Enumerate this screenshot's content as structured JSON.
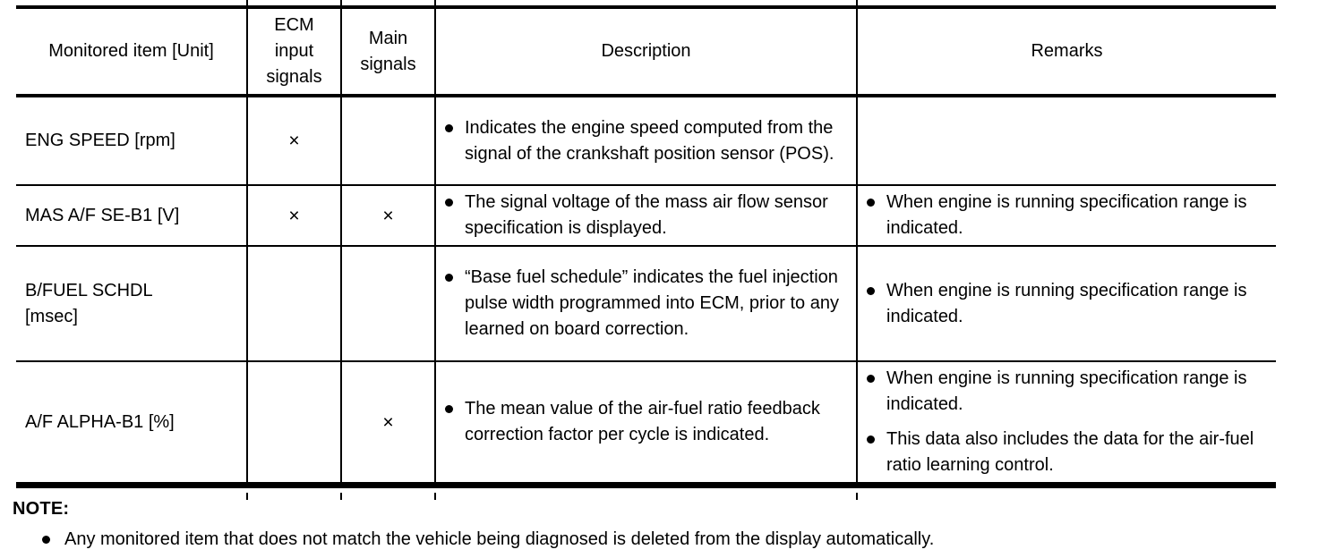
{
  "table": {
    "headers": {
      "monitored_item": "Monitored item [Unit]",
      "ecm_input_signals": "ECM input signals",
      "main_signals": "Main signals",
      "description": "Description",
      "remarks": "Remarks"
    },
    "cross_mark": "×",
    "rows": [
      {
        "item": "ENG SPEED [rpm]",
        "ecm_input": "×",
        "main": "",
        "description": [
          "Indicates the engine speed computed from the signal of the crankshaft position sensor (POS)."
        ],
        "remarks": []
      },
      {
        "item": "MAS A/F SE-B1 [V]",
        "ecm_input": "×",
        "main": "×",
        "description": [
          "The signal voltage of the mass air flow sensor specification is displayed."
        ],
        "remarks": [
          "When engine is running specification range is indicated."
        ]
      },
      {
        "item": "B/FUEL SCHDL\n[msec]",
        "ecm_input": "",
        "main": "",
        "description": [
          "“Base fuel schedule” indicates the fuel injection pulse width programmed into ECM, prior to any learned on board correction."
        ],
        "remarks": [
          "When engine is running specification range is indicated."
        ]
      },
      {
        "item": "A/F ALPHA-B1 [%]",
        "ecm_input": "",
        "main": "×",
        "description": [
          "The mean value of the air-fuel ratio feedback correction factor per cycle is indicated."
        ],
        "remarks": [
          "When engine is running specification range is indicated.",
          "This data also includes the data for the air-fuel ratio learning control."
        ]
      }
    ]
  },
  "note": {
    "label": "NOTE:",
    "items": [
      "Any monitored item that does not match the vehicle being diagnosed is deleted from the display automatically."
    ]
  }
}
